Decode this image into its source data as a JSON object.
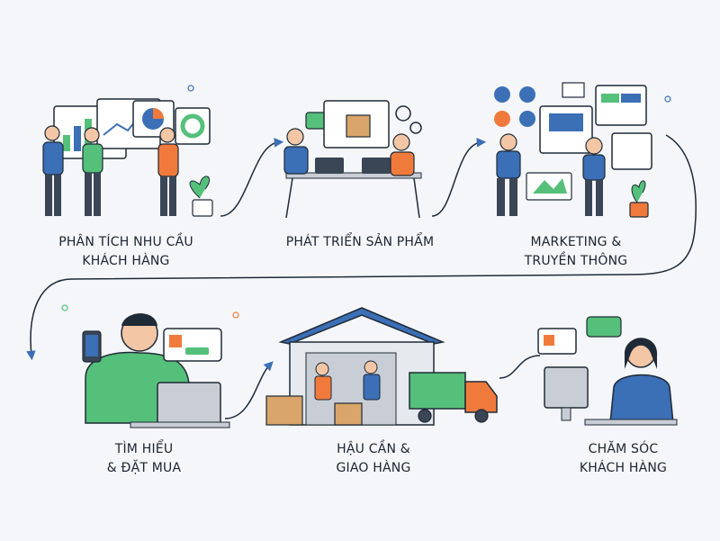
{
  "steps": [
    {
      "line1": "PHÂN TÍCH NHU CẦU",
      "line2": "KHÁCH HÀNG"
    },
    {
      "line1": "PHÁT TRIỂN SẢN PHẨM",
      "line2": ""
    },
    {
      "line1": "MARKETING &",
      "line2": "TRUYỀN THÔNG"
    },
    {
      "line1": "TÌM HIỂU",
      "line2": "& ĐẶT MUA"
    },
    {
      "line1": "HẬU CẦN &",
      "line2": "GIAO HÀNG"
    },
    {
      "line1": "CHĂM SÓC",
      "line2": "KHÁCH HÀNG"
    }
  ],
  "colors": {
    "outline": "#1f2a37",
    "blue": "#3b6fb6",
    "green": "#55c07a",
    "orange": "#f07a3c",
    "cardboard": "#d9a56a",
    "gray": "#c9ced6",
    "background": "#f4f6f9"
  }
}
